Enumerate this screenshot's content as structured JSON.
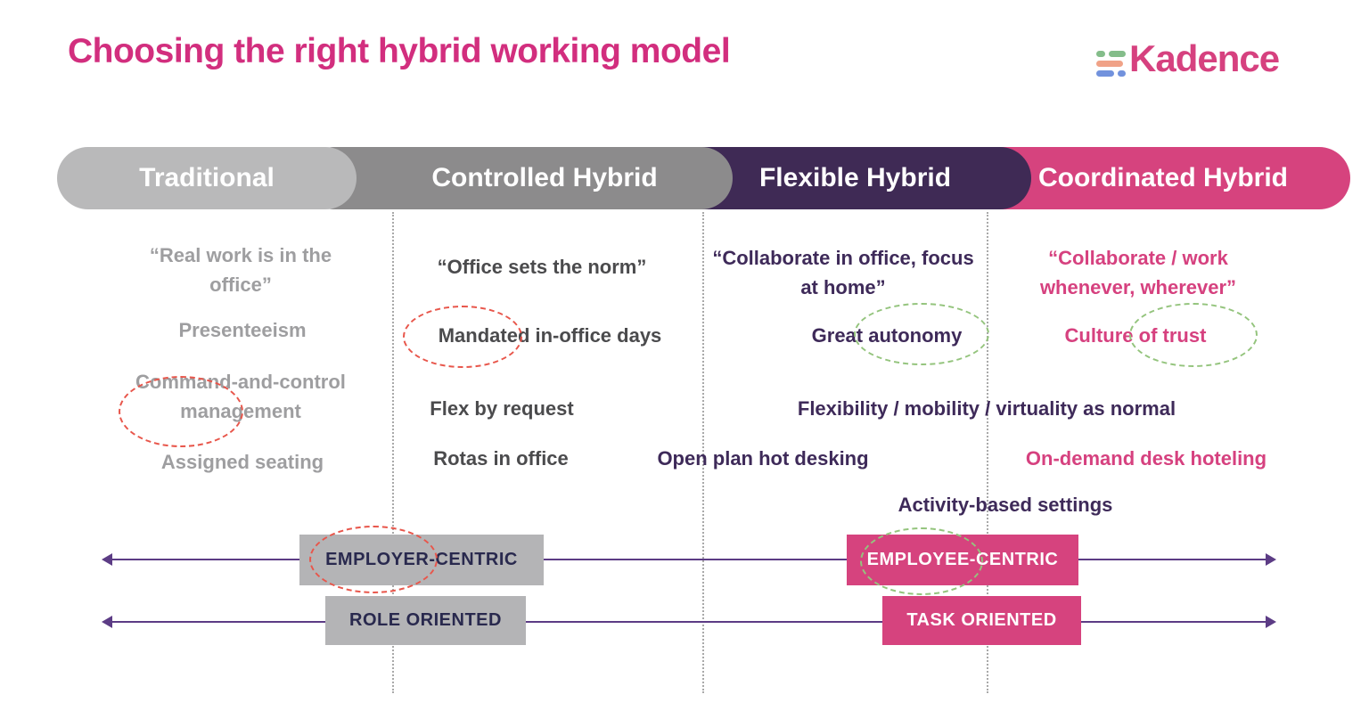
{
  "title": "Choosing the right hybrid working model",
  "logo": {
    "name": "Kadence",
    "dash_colors": {
      "green": "#84bd8a",
      "peach": "#f0a287",
      "blue": "#7292dd"
    }
  },
  "columns": [
    {
      "label": "Traditional",
      "pill_color": "#b9b9ba",
      "text_color": "#9e9ea0",
      "quote": "“Real work is in the office”",
      "items": [
        "Presenteeism",
        "Command-and-control management",
        "Assigned seating"
      ]
    },
    {
      "label": "Controlled Hybrid",
      "pill_color": "#8c8b8c",
      "text_color": "#4b4b4d",
      "quote": "“Office sets the norm”",
      "items": [
        "Mandated in-office days",
        "Flex by request",
        "Rotas in office"
      ]
    },
    {
      "label": "Flexible Hybrid",
      "pill_color": "#3f2a55",
      "text_color": "#3e2a59",
      "quote": "“Collaborate in office, focus at home”",
      "items": [
        "Great autonomy"
      ]
    },
    {
      "label": "Coordinated Hybrid",
      "pill_color": "#d6437e",
      "text_color": "#d6417f",
      "quote": "“Collaborate / work whenever,  wherever”",
      "items": [
        "Culture of trust",
        "On-demand desk hoteling"
      ]
    }
  ],
  "shared_items": {
    "flexibility": "Flexibility / mobility / virtuality as normal",
    "open_plan": "Open plan hot desking",
    "activity": "Activity-based settings"
  },
  "axes": {
    "centric": {
      "left": "EMPLOYER-CENTRIC",
      "right": "EMPLOYEE-CENTRIC"
    },
    "oriented": {
      "left": "ROLE ORIENTED",
      "right": "TASK ORIENTED"
    }
  },
  "annotations": [
    {
      "target": "Command-and-control management",
      "style": "red-dashed-ellipse",
      "color": "#e8564b"
    },
    {
      "target": "Mandated",
      "style": "red-dashed-ellipse",
      "color": "#e8564b"
    },
    {
      "target": "autonomy",
      "style": "green-dashed-ellipse",
      "color": "#94c47d"
    },
    {
      "target": "of trust",
      "style": "green-dashed-ellipse",
      "color": "#94c47d"
    },
    {
      "target": "EMPLOYER",
      "style": "red-dashed-ellipse",
      "color": "#e8564b"
    },
    {
      "target": "EMPLOYEE",
      "style": "green-dashed-ellipse",
      "color": "#94c47d"
    }
  ],
  "colors": {
    "brand_pink": "#d6417f",
    "title_pink": "#d22e7e",
    "dark_purple": "#3f2a55",
    "arrow_purple": "#5c3c85",
    "gray_light": "#b9b9ba",
    "gray_mid": "#8c8b8c"
  }
}
